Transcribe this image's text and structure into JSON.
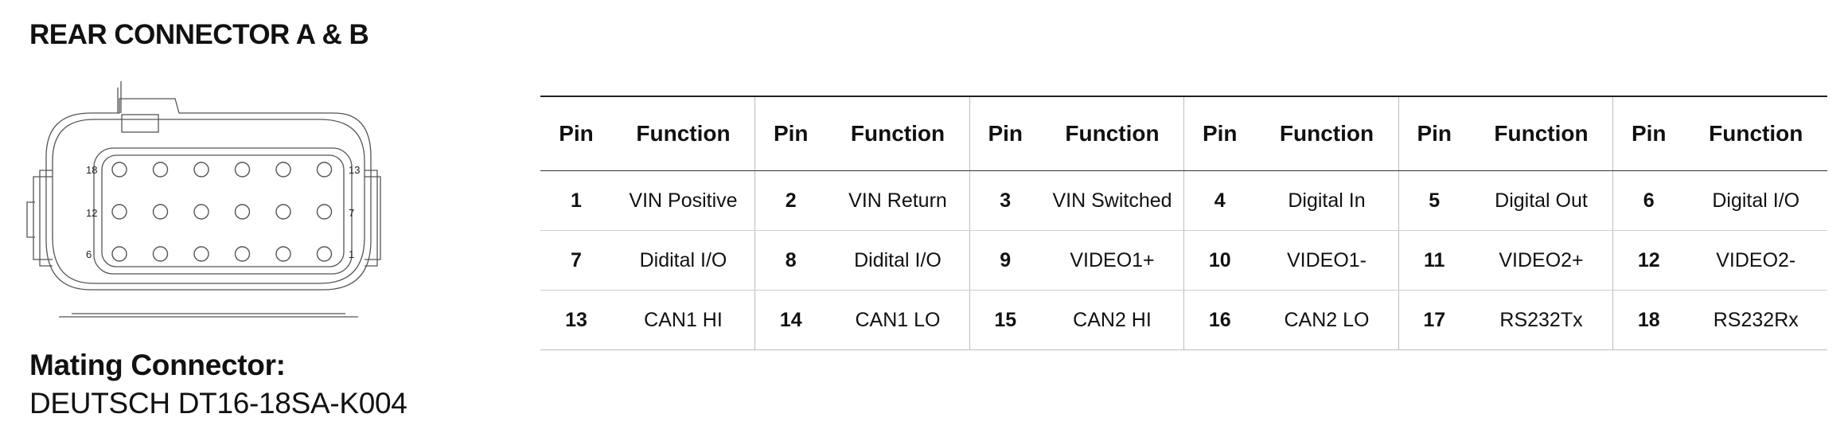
{
  "title": "REAR CONNECTOR A & B",
  "diagram": {
    "pin_labels": {
      "top_left": "18",
      "mid_left": "12",
      "bottom_left": "6",
      "top_right": "13",
      "mid_right": "7",
      "bottom_right": "1"
    },
    "rows": 3,
    "cols": 6
  },
  "mating": {
    "label": "Mating Connector:",
    "part": "DEUTSCH DT16-18SA-K004"
  },
  "table": {
    "groups": 6,
    "pin_header": "Pin",
    "function_header": "Function",
    "rows": [
      [
        {
          "pin": "1",
          "function": "VIN Positive"
        },
        {
          "pin": "2",
          "function": "VIN Return"
        },
        {
          "pin": "3",
          "function": "VIN Switched"
        },
        {
          "pin": "4",
          "function": "Digital In"
        },
        {
          "pin": "5",
          "function": "Digital Out"
        },
        {
          "pin": "6",
          "function": "Digital I/O"
        }
      ],
      [
        {
          "pin": "7",
          "function": "Didital I/O"
        },
        {
          "pin": "8",
          "function": "Didital I/O"
        },
        {
          "pin": "9",
          "function": "VIDEO1+"
        },
        {
          "pin": "10",
          "function": "VIDEO1-"
        },
        {
          "pin": "11",
          "function": "VIDEO2+"
        },
        {
          "pin": "12",
          "function": "VIDEO2-"
        }
      ],
      [
        {
          "pin": "13",
          "function": "CAN1 HI"
        },
        {
          "pin": "14",
          "function": "CAN1 LO"
        },
        {
          "pin": "15",
          "function": "CAN2 HI"
        },
        {
          "pin": "16",
          "function": "CAN2 LO"
        },
        {
          "pin": "17",
          "function": "RS232Tx"
        },
        {
          "pin": "18",
          "function": "RS232Rx"
        }
      ]
    ]
  }
}
